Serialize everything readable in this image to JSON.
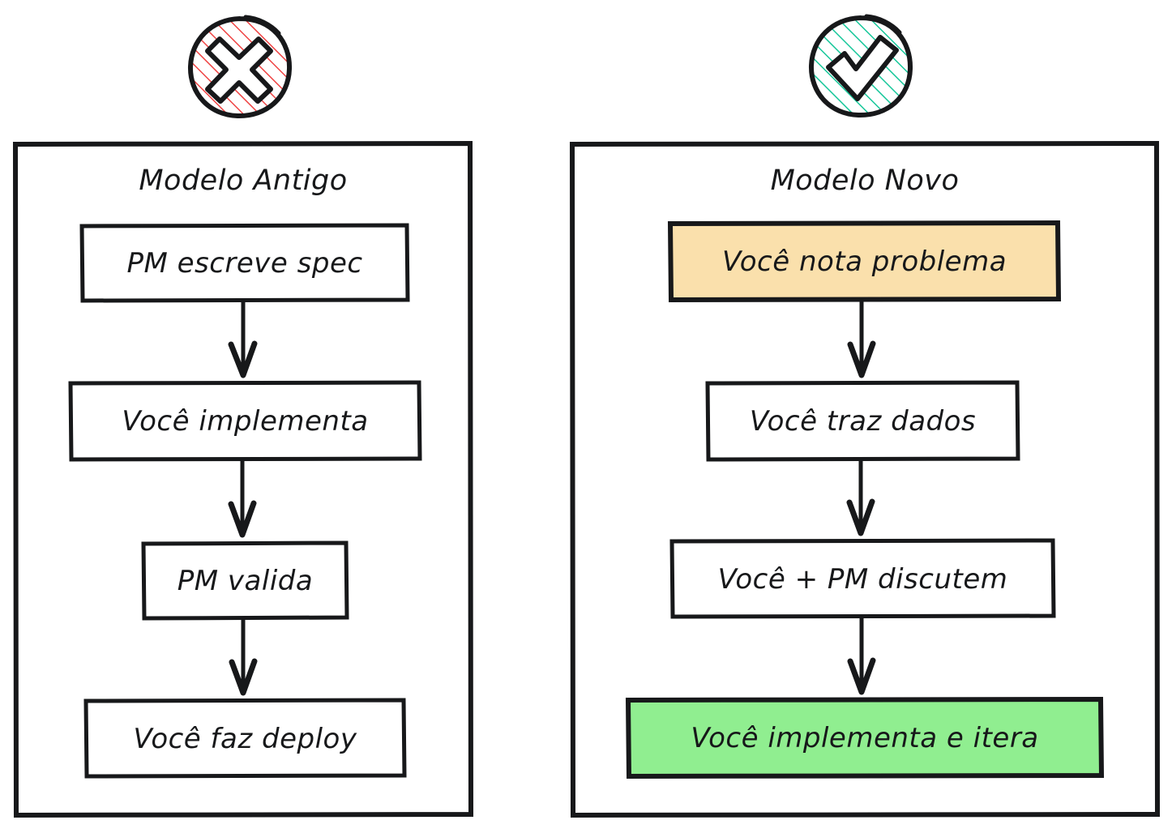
{
  "diagram": {
    "type": "flowchart-comparison",
    "background": "#ffffff",
    "panels": [
      {
        "id": "old-model",
        "title": "Modelo Antigo",
        "badge": {
          "icon": "cross-icon",
          "shape": "circle",
          "hatch_color": "#ef4444",
          "outline_color": "#1a1a1a"
        },
        "nodes": [
          {
            "label": "PM escreve spec",
            "fill": "#ffffff"
          },
          {
            "label": "Você implementa",
            "fill": "#ffffff"
          },
          {
            "label": "PM valida",
            "fill": "#ffffff"
          },
          {
            "label": "Você faz deploy",
            "fill": "#ffffff"
          }
        ]
      },
      {
        "id": "new-model",
        "title": "Modelo Novo",
        "badge": {
          "icon": "check-icon",
          "shape": "circle",
          "hatch_color": "#16c79a",
          "outline_color": "#1a1a1a"
        },
        "nodes": [
          {
            "label": "Você nota problema",
            "fill": "#fae0ac"
          },
          {
            "label": "Você traz dados",
            "fill": "#ffffff"
          },
          {
            "label": "Você + PM discutem",
            "fill": "#ffffff"
          },
          {
            "label": "Você implementa e itera",
            "fill": "#90ee90"
          }
        ]
      }
    ],
    "colors": {
      "stroke": "#17181a",
      "highlight_amber": "#fae0ac",
      "highlight_green": "#90ee90",
      "cross_red": "#ef4444",
      "check_teal": "#16c79a"
    }
  }
}
